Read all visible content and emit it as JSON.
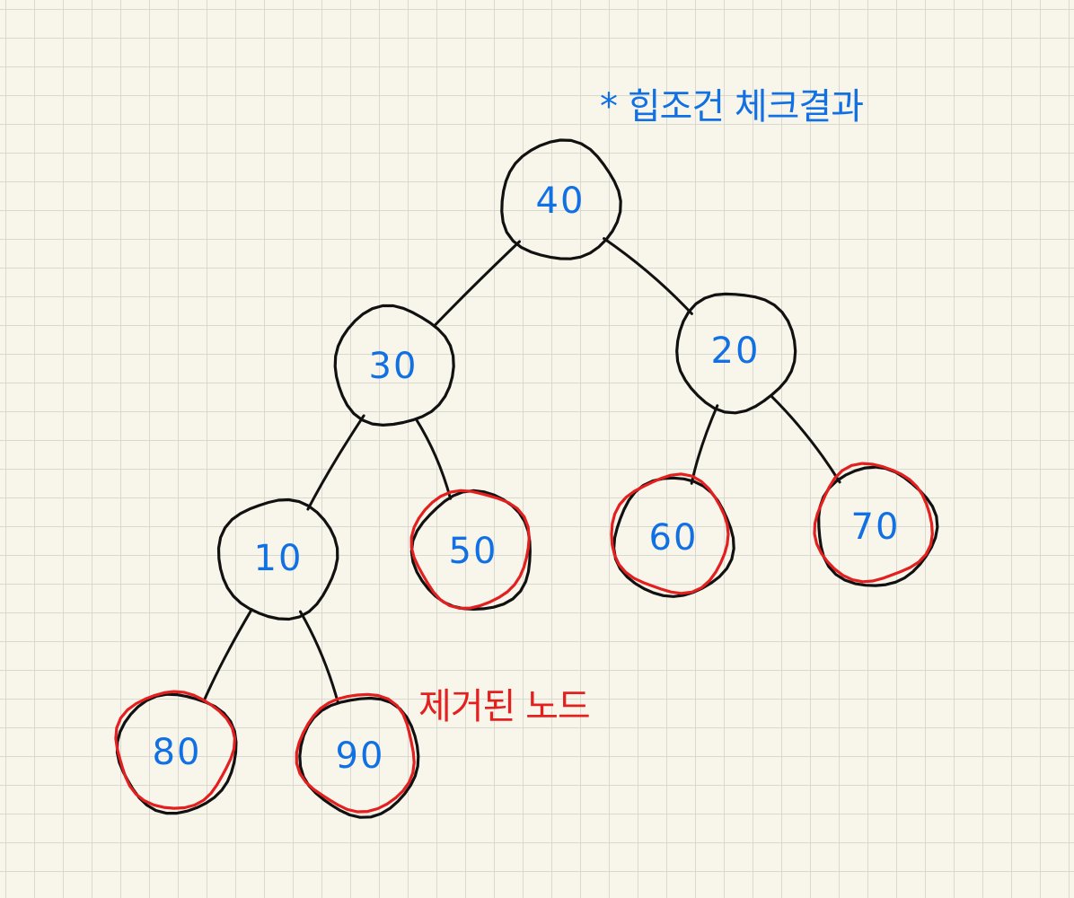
{
  "title_note": "* 힙조건 체크결과",
  "removed_note": "제거된 노드",
  "colors": {
    "ink": "#111111",
    "label": "#1170e3",
    "highlight": "#e31f1f",
    "paper": "#f8f6ea",
    "grid": "#d9d8cf"
  },
  "tree": {
    "nodes": [
      {
        "id": "n40",
        "label": "40",
        "removed": false
      },
      {
        "id": "n30",
        "label": "30",
        "removed": false
      },
      {
        "id": "n20",
        "label": "20",
        "removed": false
      },
      {
        "id": "n10",
        "label": "10",
        "removed": false
      },
      {
        "id": "n50",
        "label": "50",
        "removed": true
      },
      {
        "id": "n60",
        "label": "60",
        "removed": true
      },
      {
        "id": "n70",
        "label": "70",
        "removed": true
      },
      {
        "id": "n80",
        "label": "80",
        "removed": true
      },
      {
        "id": "n90",
        "label": "90",
        "removed": true
      }
    ],
    "edges": [
      [
        "n40",
        "n30"
      ],
      [
        "n40",
        "n20"
      ],
      [
        "n30",
        "n10"
      ],
      [
        "n30",
        "n50"
      ],
      [
        "n20",
        "n60"
      ],
      [
        "n20",
        "n70"
      ],
      [
        "n10",
        "n80"
      ],
      [
        "n10",
        "n90"
      ]
    ]
  }
}
